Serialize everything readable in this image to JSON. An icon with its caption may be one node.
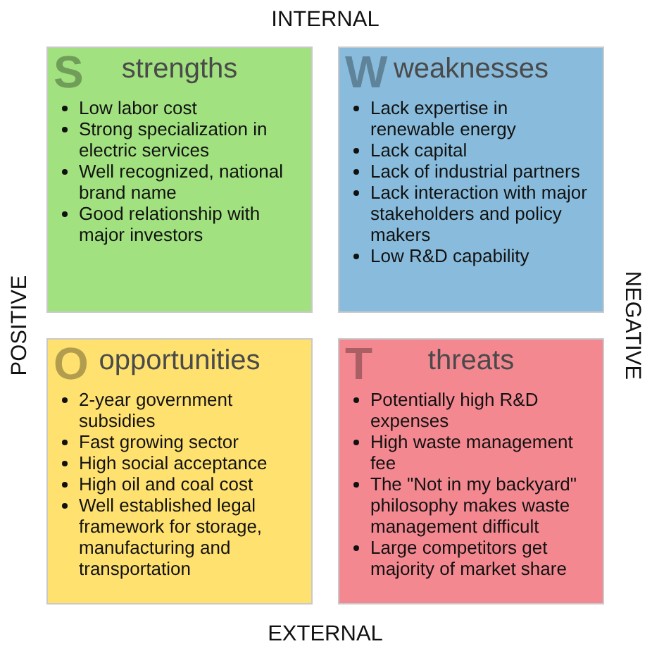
{
  "diagram": {
    "nodes": [
      {
        "text": [
          "strengths",
          "S",
          "Low labor cost",
          "Strong specialization in electric services",
          "Well recognized, national brand name",
          "Good relationship with major investors"
        ]
      },
      {
        "text": [
          "weaknesses",
          "W",
          "Lack expertise in renewable energy",
          "Lack capital",
          "Lack of industrial partners",
          "Lack interaction with major stakeholders and policy makers",
          "Low R&D capability"
        ]
      },
      {
        "text": [
          "opportunities",
          "O",
          "2-year government subsidies",
          "Fast growing sector",
          "High social acceptance",
          "High oil and coal cost",
          "Well established legal framework for storage, manufacturing and transportation"
        ]
      },
      {
        "text": [
          "threats",
          "T",
          "Potentially high R&D expenses",
          "High waste management fee",
          "The \"Not in my backyard\" philosophy makes waste management difficult",
          "Large competitors get majority of market share"
        ]
      }
    ],
    "labels": [
      "INTERNAL",
      "POSITIVE",
      "NEGATIVE",
      "EXTERNAL"
    ]
  }
}
